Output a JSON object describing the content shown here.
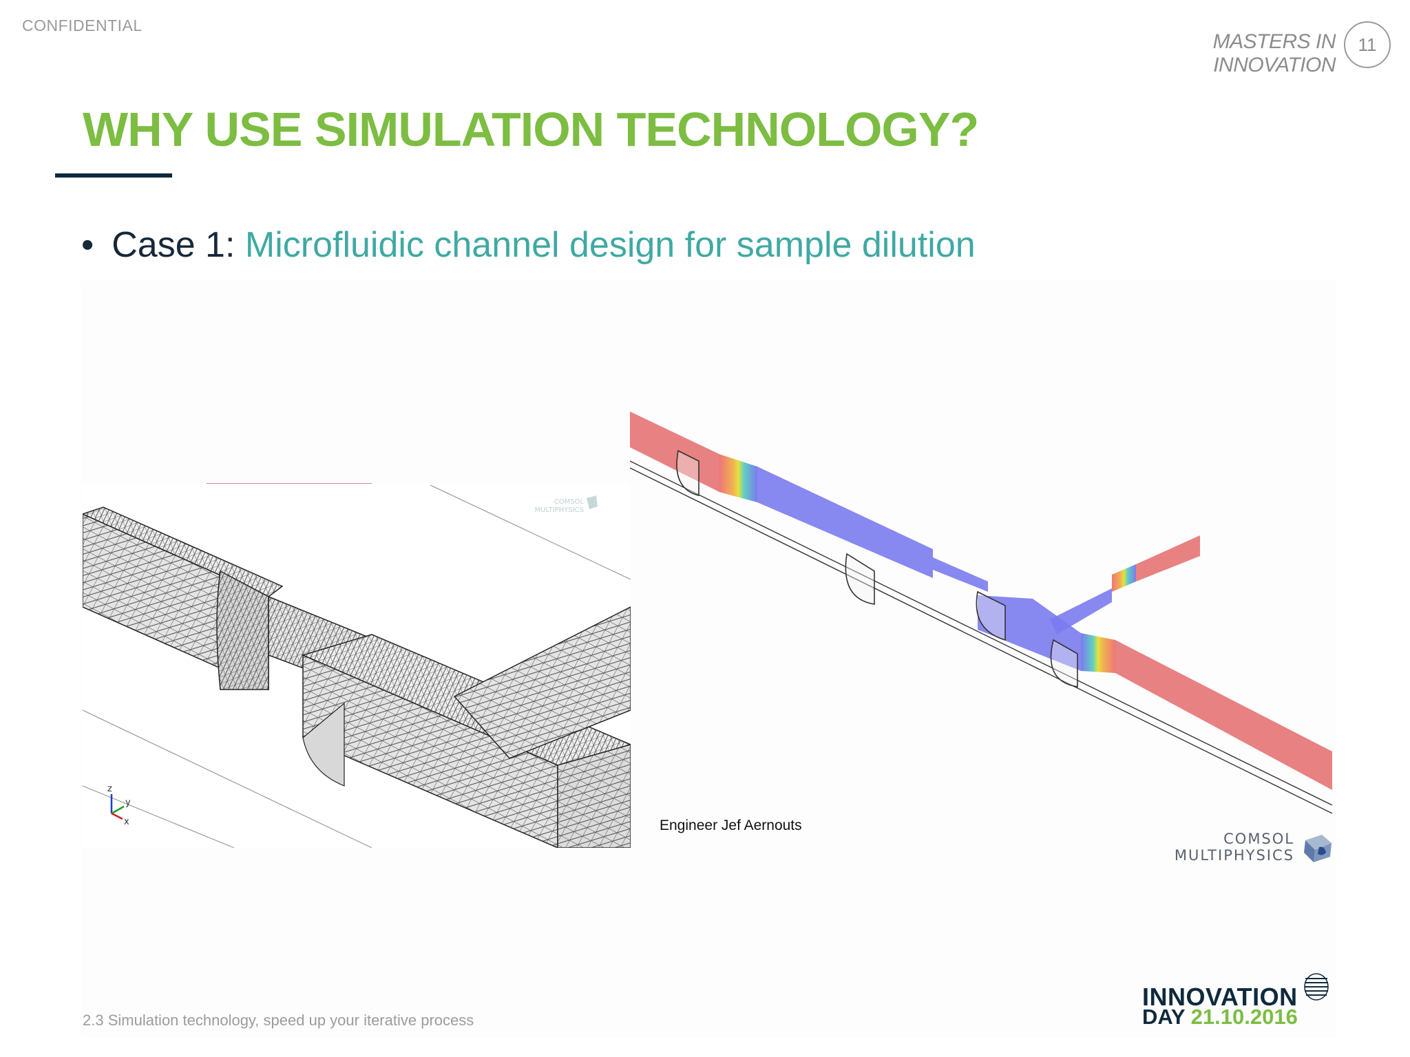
{
  "header": {
    "confidential": "CONFIDENTIAL",
    "brand": "MASTERS IN INNOVATION",
    "page_number": "11"
  },
  "slide": {
    "title": "WHY USE SIMULATION TECHNOLOGY?",
    "bullet": {
      "lead": "Case 1:",
      "highlight": "Microfluidic channel design for sample dilution"
    },
    "caption": "Engineer Jef Aernouts"
  },
  "figures": {
    "left": {
      "icon": "mesh-render",
      "axis_labels": [
        "z",
        "y",
        "x"
      ],
      "watermark": [
        "COMSOL",
        "MULTIPHYSICS"
      ]
    },
    "right": {
      "icon": "concentration-render"
    }
  },
  "logos": {
    "comsol": {
      "line1": "COMSOL",
      "line2": "MULTIPHYSICS"
    },
    "innovation_day": {
      "line1": "INNOVATION",
      "word": "DAY",
      "date": "21.10.2016"
    }
  },
  "footer": {
    "text": "2.3 Simulation technology, speed up your iterative process"
  },
  "colors": {
    "title_green": "#7cbd42",
    "accent_teal": "#3fa9a2",
    "dark_navy": "#0e2a3e",
    "sim_red": "#e57373",
    "sim_blue": "#7b7bf0"
  }
}
